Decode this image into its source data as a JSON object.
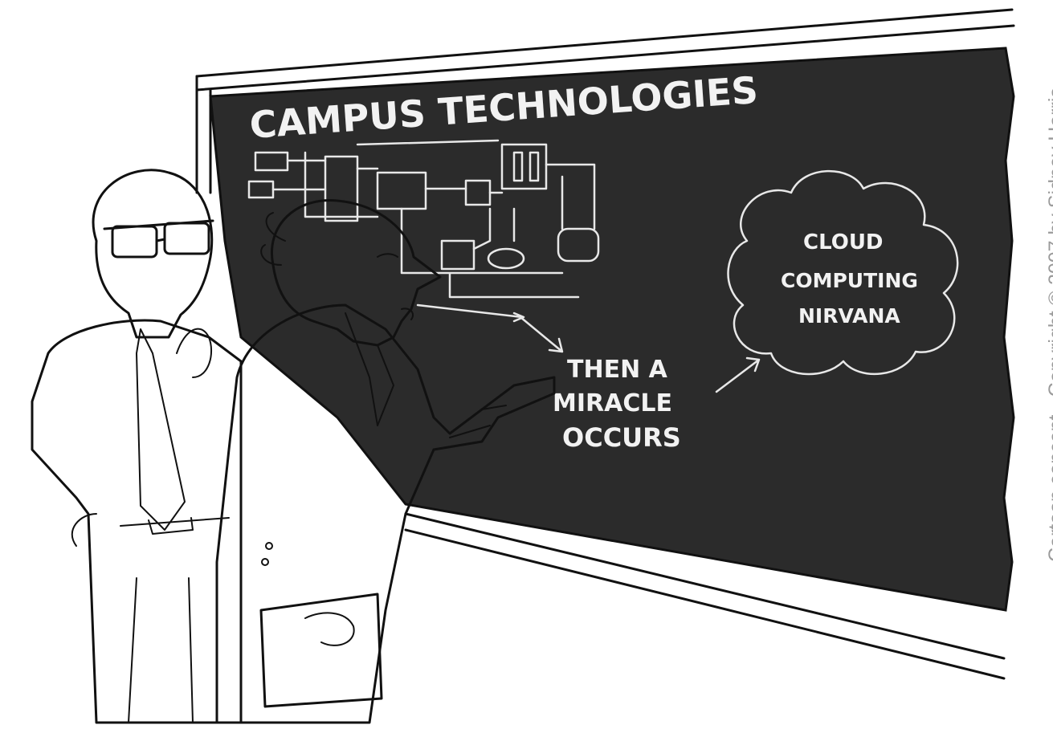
{
  "chalkboard": {
    "heading": "CAMPUS TECHNOLOGIES",
    "miracle_lines": [
      "THEN A",
      "MIRACLE",
      "OCCURS"
    ],
    "cloud_lines": [
      "CLOUD",
      "COMPUTING",
      "NIRVANA"
    ]
  },
  "credit": "Cartoon concept - Copyright © 2007 by Sidney Harris",
  "colors": {
    "board": "#2b2b2b",
    "chalk": "#f2f2f2",
    "ink": "#111111",
    "credit_text": "#9a9a9a"
  }
}
